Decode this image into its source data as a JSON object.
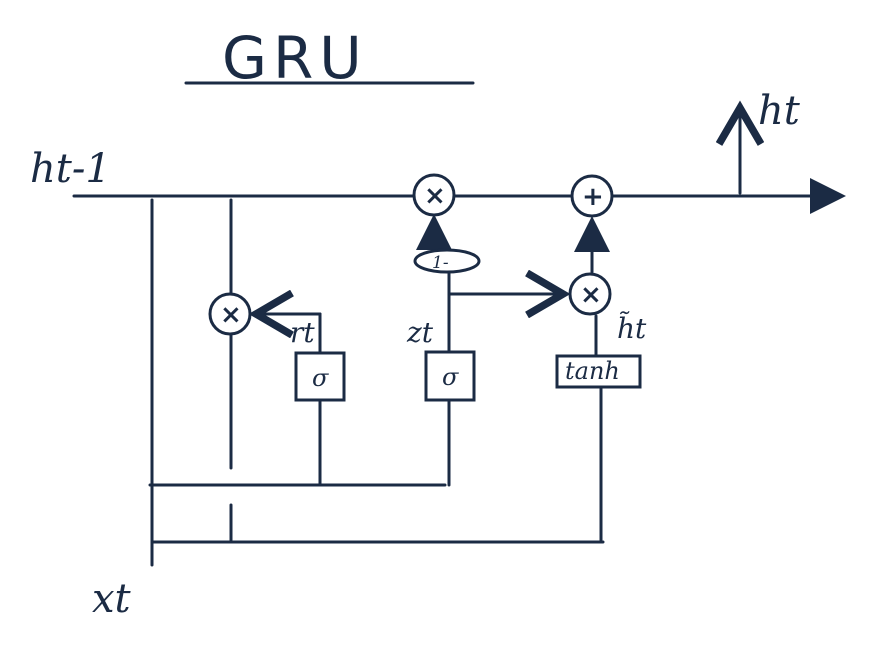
{
  "title": "GRU",
  "labels": {
    "h_prev": "ht-1",
    "h_out": "ht",
    "x_in": "xt",
    "reset_gate": "rt",
    "update_gate": "zt",
    "candidate": "h̃t",
    "one_minus": "1-"
  },
  "operators": {
    "multiply": "×",
    "add": "+"
  },
  "boxes": {
    "sigma_r": "σ",
    "sigma_z": "σ",
    "tanh": "tanh"
  },
  "colors": {
    "ink": "#1b2b44",
    "background": "#ffffff"
  }
}
